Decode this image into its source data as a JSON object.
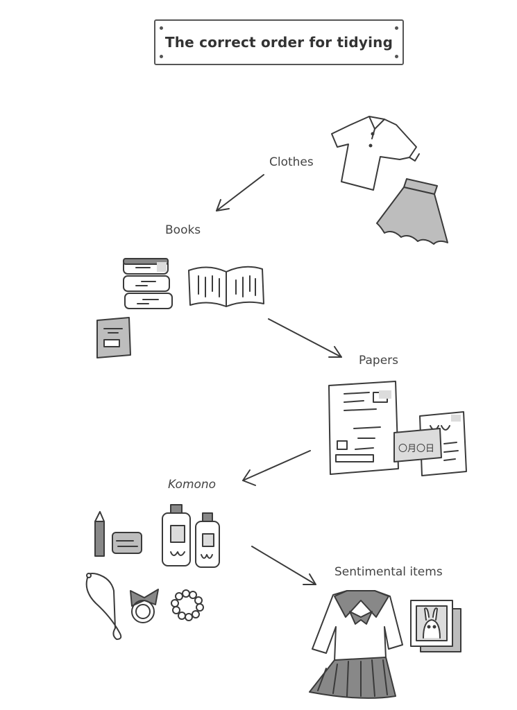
{
  "title": "The correct order for tidying",
  "steps": [
    {
      "label": "Clothes",
      "icon": "clothes-icon"
    },
    {
      "label": "Books",
      "icon": "books-icon"
    },
    {
      "label": "Papers",
      "icon": "papers-icon"
    },
    {
      "label": "Komono",
      "icon": "komono-icon"
    },
    {
      "label": "Sentimental items",
      "icon": "sentimental-items-icon"
    }
  ],
  "papers_card_text": "〇月〇日",
  "colors": {
    "stroke": "#3a3a3a",
    "fill_gray": "#bdbdbd",
    "fill_light": "#dcdcdc"
  }
}
